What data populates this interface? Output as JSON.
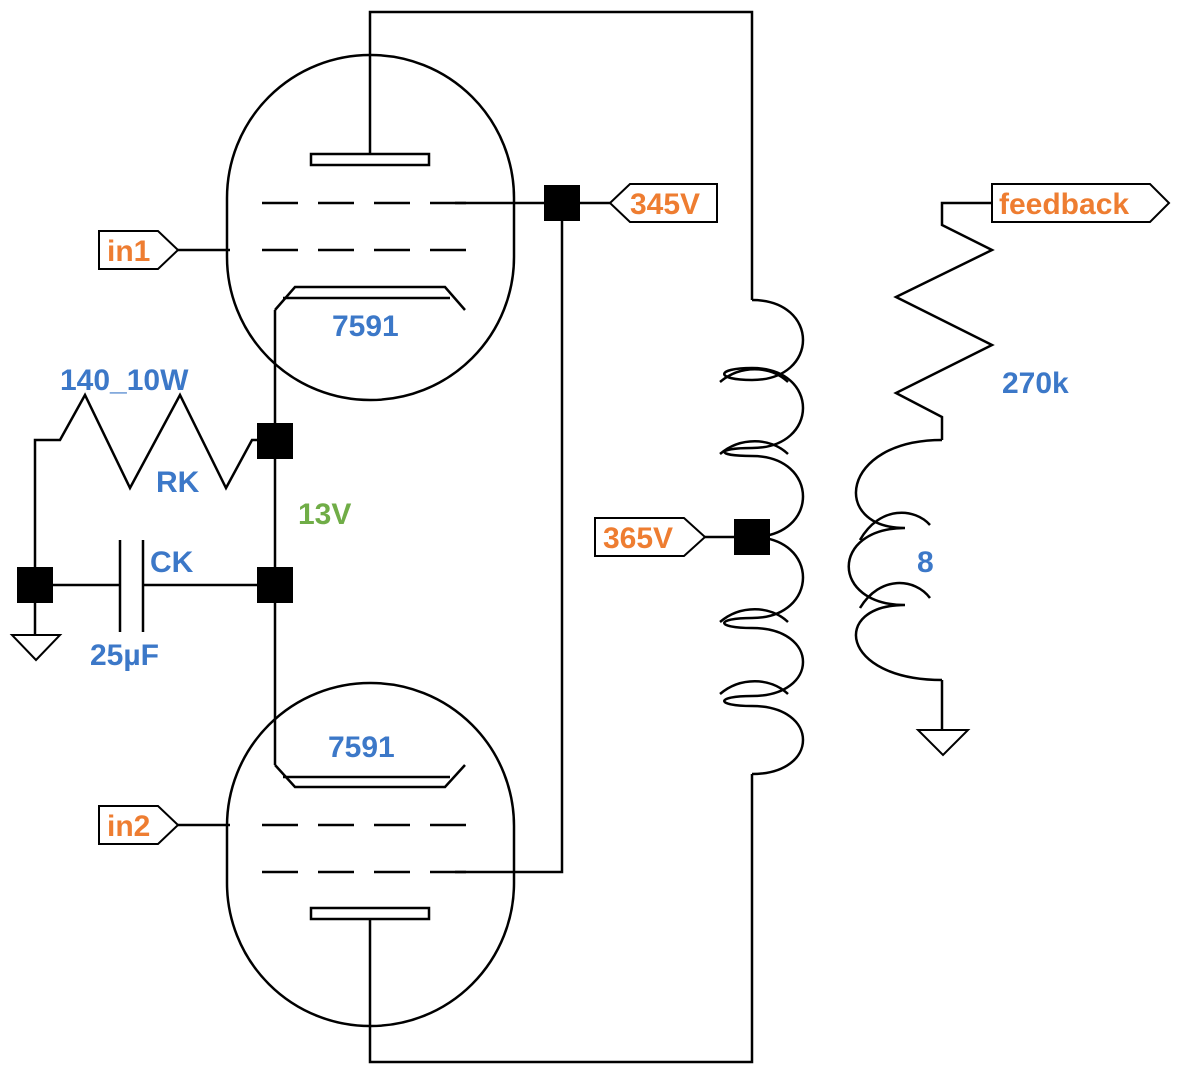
{
  "colors": {
    "label": "#3c78c8",
    "flag": "#ee7d31",
    "voltage": "#70ad47",
    "wire": "#000000"
  },
  "flags": {
    "in1": "in1",
    "in2": "in2",
    "plate_supply": "345V",
    "center_tap": "365V",
    "feedback": "feedback"
  },
  "tubes": {
    "upper": "7591",
    "lower": "7591"
  },
  "components": {
    "rk_value": "140_10W",
    "rk_name": "RK",
    "ck_name": "CK",
    "ck_value": "25µF",
    "cathode_voltage": "13V",
    "feedback_resistor": "270k",
    "secondary_impedance": "8"
  }
}
